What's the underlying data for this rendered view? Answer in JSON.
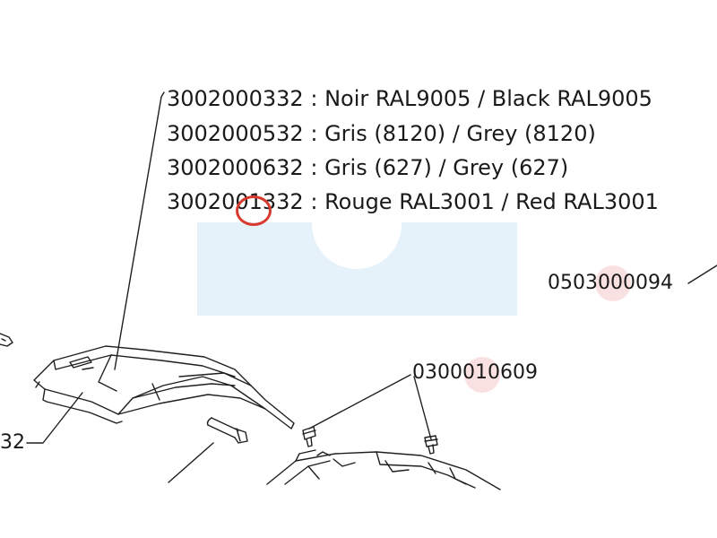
{
  "legend": [
    {
      "part": "3002000332",
      "sep": ":",
      "desc": "Noir RAL9005 / Black RAL9005"
    },
    {
      "part": "3002000532",
      "sep": ":",
      "desc": "Gris (8120) / Grey (8120)"
    },
    {
      "part": "3002000632",
      "sep": ":",
      "desc": "Gris (627) / Grey (627)"
    },
    {
      "part": "3002001332",
      "sep": ":",
      "desc": "Rouge RAL3001 / Red RAL3001"
    }
  ],
  "callouts": {
    "part_right": "0503000094",
    "part_screws": "0300010609",
    "part_left_partial": "32"
  },
  "colors": {
    "line": "#1f1f1f",
    "watermark": "#e6f2f9",
    "marker": "#d83a2e",
    "highlight": "#f0aaaa"
  }
}
